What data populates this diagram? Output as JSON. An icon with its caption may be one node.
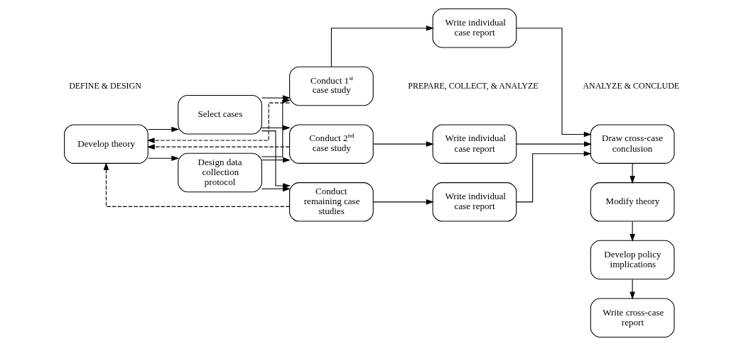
{
  "diagram": {
    "nodes": [
      {
        "text": [
          "Develop theory"
        ]
      },
      {
        "text": [
          "Select cases"
        ]
      },
      {
        "text": [
          "Design data collection protocol"
        ]
      },
      {
        "text": [
          "Conduct 1$^{st}$ case study"
        ]
      },
      {
        "text": [
          "Conduct 2$^{nd}$ case study"
        ]
      },
      {
        "text": [
          "Conduct remaining case studies"
        ]
      },
      {
        "text": [
          "Write individual case report"
        ]
      },
      {
        "text": [
          "Write individual case report"
        ]
      },
      {
        "text": [
          "Write individual case report"
        ]
      },
      {
        "text": [
          "Draw cross-case conclusion"
        ]
      },
      {
        "text": [
          "Modify theory"
        ]
      },
      {
        "text": [
          "Develop policy implications"
        ]
      },
      {
        "text": [
          "Write cross-case report"
        ]
      }
    ],
    "edges": [
      {
        "from": 0,
        "to": 1,
        "arrow": "to"
      },
      {
        "from": 0,
        "to": 2,
        "arrow": "to"
      },
      {
        "from": 1,
        "to": 3,
        "arrow": "to"
      },
      {
        "from": 1,
        "to": 4,
        "arrow": "to"
      },
      {
        "from": 1,
        "to": 5,
        "arrow": "to"
      },
      {
        "from": 2,
        "to": 3,
        "arrow": "to"
      },
      {
        "from": 2,
        "to": 4,
        "arrow": "to"
      },
      {
        "from": 2,
        "to": 5,
        "arrow": "to"
      },
      {
        "from": 3,
        "to": 6,
        "arrow": "to"
      },
      {
        "from": 4,
        "to": 7,
        "arrow": "to"
      },
      {
        "from": 5,
        "to": 8,
        "arrow": "to"
      },
      {
        "from": 6,
        "to": 9,
        "arrow": "to"
      },
      {
        "from": 7,
        "to": 9,
        "arrow": "to"
      },
      {
        "from": 8,
        "to": 9,
        "arrow": "to"
      },
      {
        "from": 9,
        "to": 10,
        "arrow": "to"
      },
      {
        "from": 10,
        "to": 11,
        "arrow": "to"
      },
      {
        "from": 11,
        "to": 12,
        "arrow": "to"
      },
      {
        "from": 3,
        "to": 0,
        "arrow": "to",
        "style": "dashed"
      },
      {
        "from": 4,
        "to": 0,
        "arrow": "to",
        "style": "dashed"
      },
      {
        "from": 5,
        "to": 0,
        "arrow": "to",
        "style": "dashed"
      }
    ],
    "labels": [
      "DEFINE & DESIGN",
      "PREPARE, COLLECT, & ANALYZE",
      "ANALYZE & CONCLUDE"
    ]
  }
}
